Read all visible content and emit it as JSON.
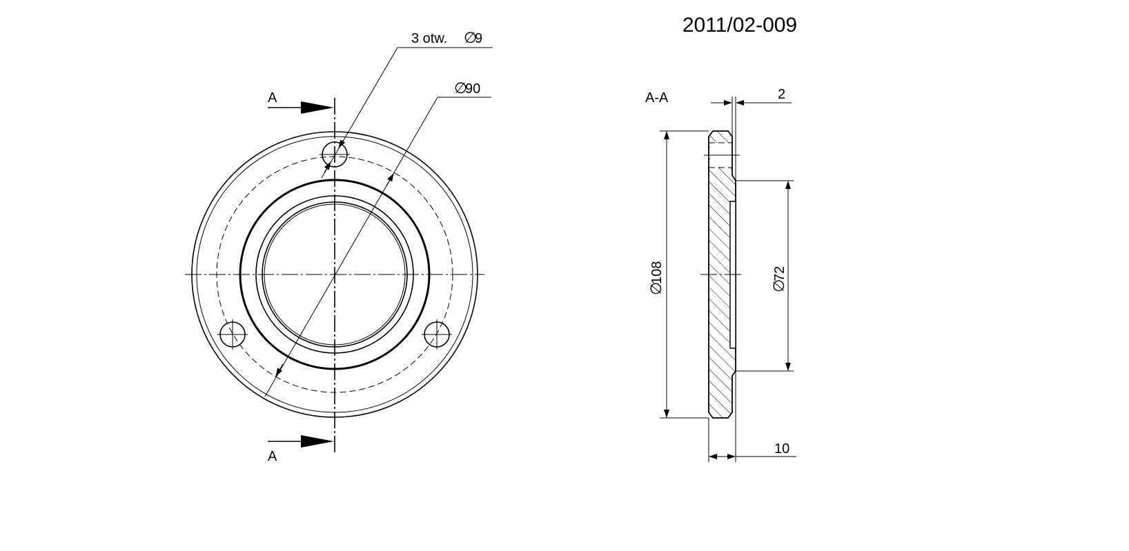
{
  "drawing": {
    "number": "2011/02-009",
    "section_label": "A-A",
    "cut_marker_top": "A",
    "cut_marker_bottom": "A"
  },
  "dimensions": {
    "holes": "3 otw.",
    "hole_diameter": "9",
    "bolt_circle_diameter": "90",
    "outer_diameter": "108",
    "inner_diameter": "72",
    "flange_step": "2",
    "thickness": "10"
  },
  "symbols": {
    "diameter": "∅"
  }
}
